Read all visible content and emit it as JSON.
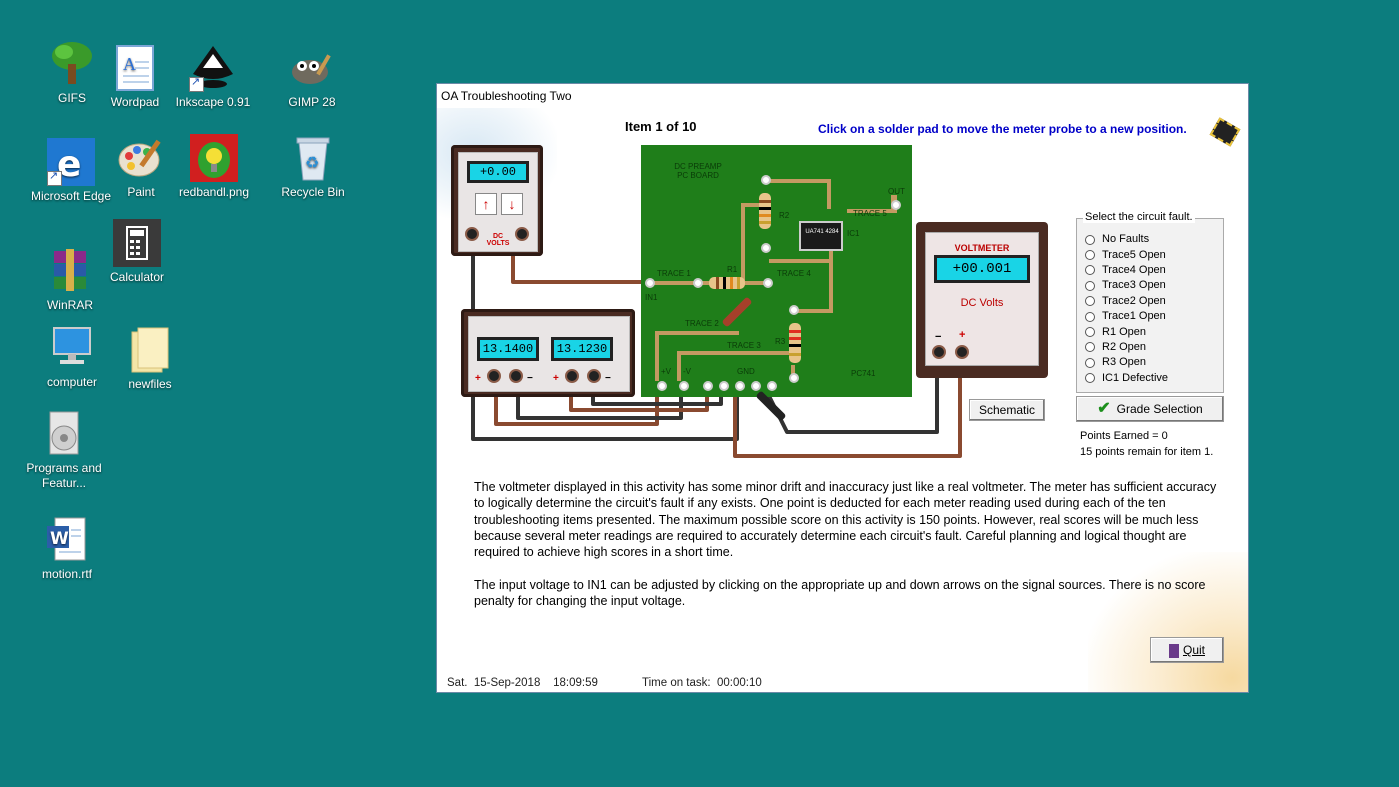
{
  "desktop": {
    "icons": [
      {
        "label": "GIFS",
        "icon": "tree-icon"
      },
      {
        "label": "Wordpad",
        "icon": "wordpad-icon"
      },
      {
        "label": "Inkscape 0.91",
        "icon": "inkscape-icon"
      },
      {
        "label": "GIMP 28",
        "icon": "gimp-icon"
      },
      {
        "label": "Microsoft Edge",
        "icon": "edge-icon"
      },
      {
        "label": "Paint",
        "icon": "paint-icon"
      },
      {
        "label": "redbandl.png",
        "icon": "image-file-icon"
      },
      {
        "label": "Recycle Bin",
        "icon": "recycle-bin-icon"
      },
      {
        "label": "Calculator",
        "icon": "calculator-icon"
      },
      {
        "label": "WinRAR",
        "icon": "winrar-icon"
      },
      {
        "label": "computer",
        "icon": "computer-icon"
      },
      {
        "label": "newfiles",
        "icon": "folder-icon"
      },
      {
        "label": "Programs and Featur...",
        "icon": "programs-features-icon"
      },
      {
        "label": "motion.rtf",
        "icon": "word-document-icon"
      }
    ]
  },
  "window": {
    "title": "OA Troubleshooting Two",
    "item_title": "Item 1 of 10",
    "hint": "Click on a solder pad to move the meter probe to a new position."
  },
  "signal_source": {
    "reading": "+0.00",
    "label": "DC VOLTS",
    "up": "↑",
    "down": "↓"
  },
  "power_supply": {
    "readings": [
      "13.1400",
      "13.1230"
    ],
    "plus": "+",
    "minus": "−"
  },
  "pcb": {
    "title": "DC PREAMP PC BOARD",
    "model": "PC741",
    "ic_part": "UA741 4284",
    "labels": {
      "trace1": "TRACE 1",
      "trace2": "TRACE 2",
      "trace3": "TRACE 3",
      "trace4": "TRACE 4",
      "trace5": "TRACE 5",
      "in1": "IN1",
      "out": "OUT",
      "r1": "R1",
      "r2": "R2",
      "r3": "R3",
      "ic1": "IC1",
      "vplus": "+V",
      "vminus": "-V",
      "gnd": "GND"
    }
  },
  "voltmeter": {
    "title": "VOLTMETER",
    "reading": "+00.001",
    "mode": "DC Volts",
    "minus": "−",
    "plus": "+"
  },
  "buttons": {
    "schematic": "Schematic",
    "grade": "Grade Selection",
    "quit": "Quit"
  },
  "fault_selector": {
    "legend": "Select the circuit fault.",
    "options": [
      "No Faults",
      "Trace5 Open",
      "Trace4 Open",
      "Trace3 Open",
      "Trace2 Open",
      "Trace1 Open",
      "R1 Open",
      "R2 Open",
      "R3 Open",
      "IC1 Defective"
    ]
  },
  "score": {
    "points": "Points Earned = 0",
    "remain": "15 points remain for item 1."
  },
  "description": {
    "p1": "The voltmeter displayed in this activity has some minor drift and inaccuracy just like a real voltmeter. The meter has sufficient accuracy to logically determine the circuit's fault if any exists. One point is deducted for each meter reading used during each of the ten troubleshooting items presented. The maximum possible score on this activity is 150 points. However, real scores will be much less because several meter readings are required to accurately determine each circuit's fault. Careful planning and logical thought are required to achieve high scores in a short time.",
    "p2": "The input voltage to IN1 can be adjusted by clicking on the appropriate up and down arrows on the signal sources. There is no score penalty for changing the input voltage."
  },
  "status": {
    "date": "Sat.  15-Sep-2018    18:09:59",
    "time_on_task": "Time on task:  00:00:10"
  }
}
